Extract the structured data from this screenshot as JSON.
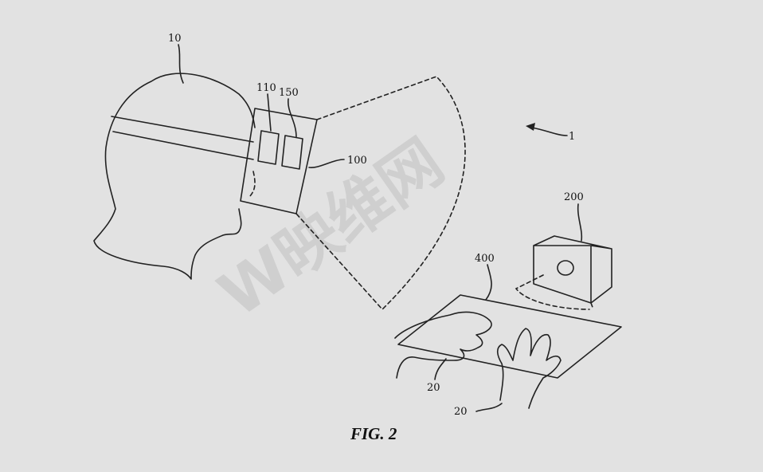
{
  "figure": {
    "caption": "FIG. 2",
    "watermark": "W映维网",
    "labels": {
      "user": "10",
      "system": "1",
      "display_element_a": "110",
      "display_element_b": "150",
      "hmd": "100",
      "camera": "200",
      "surface": "400",
      "hand_left": "20",
      "hand_right": "20"
    }
  }
}
